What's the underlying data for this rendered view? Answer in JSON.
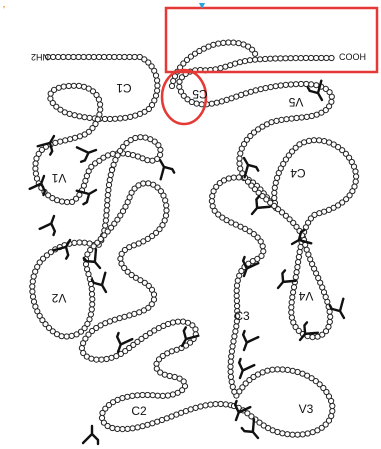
{
  "diagram": {
    "terminals": {
      "n_terminus": "NH2",
      "c_terminus": "COOH"
    },
    "regions": [
      {
        "id": "C1",
        "text": "C1",
        "flipped": true
      },
      {
        "id": "C5",
        "text": "C5",
        "flipped": true
      },
      {
        "id": "V5",
        "text": "V5",
        "flipped": true
      },
      {
        "id": "V1",
        "text": "V1",
        "flipped": true
      },
      {
        "id": "C4",
        "text": "C4",
        "flipped": true
      },
      {
        "id": "V2",
        "text": "V2",
        "flipped": true
      },
      {
        "id": "C3",
        "text": "C3",
        "flipped": false
      },
      {
        "id": "V4",
        "text": "V4",
        "flipped": true
      },
      {
        "id": "C2",
        "text": "C2",
        "flipped": false
      },
      {
        "id": "V3",
        "text": "V3",
        "flipped": false
      }
    ],
    "highlight": {
      "target": "C5",
      "color": "#e53935"
    },
    "colors": {
      "bead_stroke": "#222222",
      "bead_fill": "#ffffff",
      "glycan": "#111111",
      "highlight": "#e53935",
      "marker": "#29a3dc"
    },
    "icons": {
      "glycan": "branched-glycan-icon",
      "marker": "blue-marker-icon"
    }
  }
}
